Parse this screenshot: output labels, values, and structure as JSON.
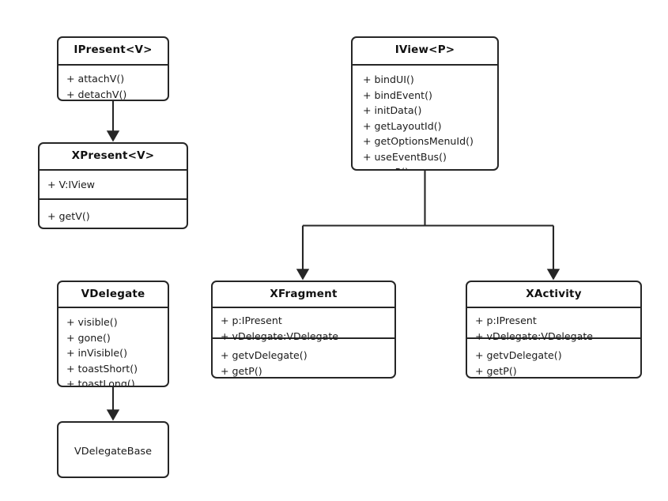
{
  "diagram": {
    "kind": "uml-class-diagram",
    "background_color": "#ffffff",
    "stroke_color": "#262626",
    "text_color": "#1a1a1a",
    "classes": [
      {
        "id": "ipresent",
        "name": "IPresent<V>",
        "attributes": [],
        "methods": [
          "+ attachV()",
          "+ detachV()"
        ]
      },
      {
        "id": "xpresent",
        "name": "XPresent<V>",
        "attributes": [
          "+ V:IView"
        ],
        "methods": [
          "+ getV()"
        ]
      },
      {
        "id": "iview",
        "name": "IView<P>",
        "attributes": [],
        "methods": [
          "+ bindUI()",
          "+ bindEvent()",
          "+ initData()",
          "+ getLayoutId()",
          "+ getOptionsMenuId()",
          "+ useEventBus()",
          "+ newP()"
        ]
      },
      {
        "id": "vdelegate",
        "name": "VDelegate",
        "attributes": [],
        "methods": [
          "+ visible()",
          "+ gone()",
          "+ inVisible()",
          "+ toastShort()",
          "+ toastLong()"
        ]
      },
      {
        "id": "xfragment",
        "name": "XFragment",
        "attributes": [
          "+ p:IPresent",
          "+ vDelegate:VDelegate"
        ],
        "methods": [
          "+ getvDelegate()",
          "+ getP()"
        ]
      },
      {
        "id": "xactivity",
        "name": "XActivity",
        "attributes": [
          "+ p:IPresent",
          "+ vDelegate:VDelegate"
        ],
        "methods": [
          "+ getvDelegate()",
          "+ getP()"
        ]
      },
      {
        "id": "vdelegatebase",
        "name": "VDelegateBase",
        "attributes": [],
        "methods": []
      }
    ],
    "edges": [
      {
        "id": "edge-ipresent-xpresent",
        "from": "ipresent",
        "to": "xpresent",
        "style": "solid-arrow"
      },
      {
        "id": "edge-iview-xfragment",
        "from": "iview",
        "to": "xfragment",
        "style": "solid-arrow-forked"
      },
      {
        "id": "edge-iview-xactivity",
        "from": "iview",
        "to": "xactivity",
        "style": "solid-arrow-forked"
      },
      {
        "id": "edge-vdelegate-vdelegatebase",
        "from": "vdelegate",
        "to": "vdelegatebase",
        "style": "solid-arrow"
      }
    ]
  }
}
